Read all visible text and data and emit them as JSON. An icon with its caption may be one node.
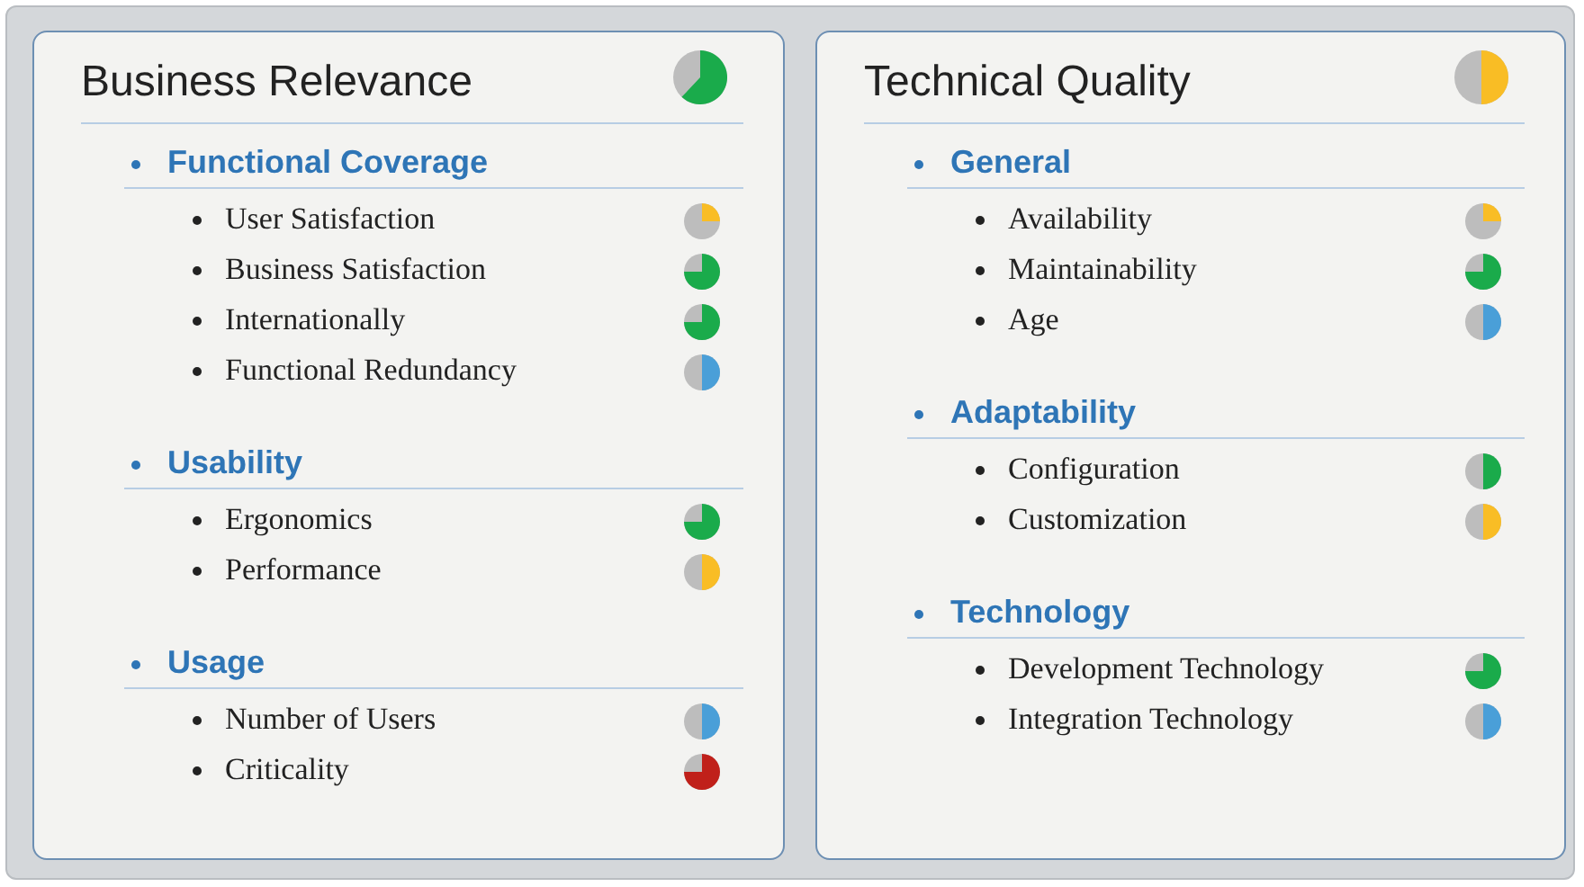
{
  "diagram": {
    "nodes": [
      {
        "text": [
          "Business Relevance",
          "Functional Coverage",
          "User Satisfaction",
          "Business Satisfaction",
          "Internationally",
          "Functional Redundancy",
          "Usability",
          "Ergonomics",
          "Performance",
          "Usage",
          "Number of Users",
          "Criticality"
        ]
      },
      {
        "text": [
          "Technical Quality",
          "General",
          "Availability",
          "Maintainability",
          "Age",
          "Adaptability",
          "Configuration",
          "Customization",
          "Technology",
          "Development Technology",
          "Integration Technology"
        ]
      }
    ]
  }
}
